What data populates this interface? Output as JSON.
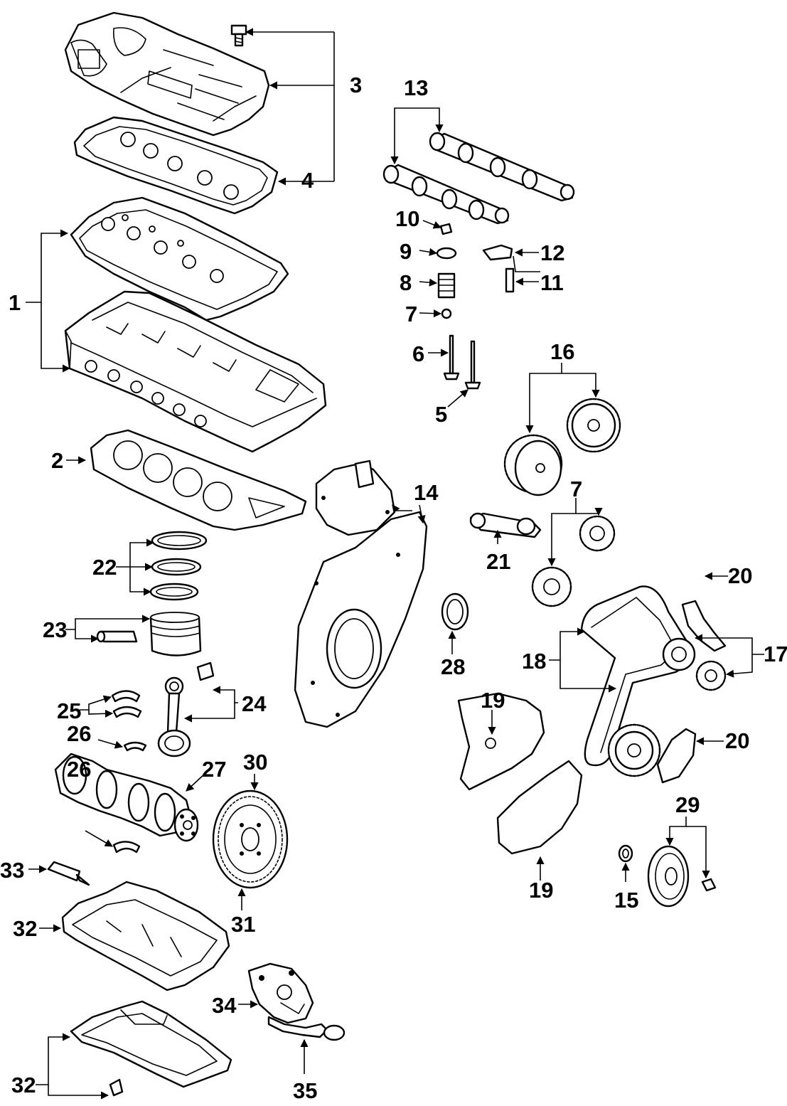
{
  "callouts": {
    "c1": "1",
    "c2": "2",
    "c3": "3",
    "c4": "4",
    "c5": "5",
    "c6": "6",
    "c7a": "7",
    "c7b": "7",
    "c8": "8",
    "c9": "9",
    "c10": "10",
    "c11": "11",
    "c12": "12",
    "c13": "13",
    "c14": "14",
    "c15": "15",
    "c16": "16",
    "c17": "17",
    "c18": "18",
    "c19a": "19",
    "c19b": "19",
    "c20a": "20",
    "c20b": "20",
    "c21": "21",
    "c22": "22",
    "c23": "23",
    "c24": "24",
    "c25": "25",
    "c26a": "26",
    "c26b": "26",
    "c27": "27",
    "c28": "28",
    "c29": "29",
    "c30": "30",
    "c31": "31",
    "c32a": "32",
    "c32b": "32",
    "c33": "33",
    "c34": "34",
    "c35": "35"
  },
  "colors": {
    "line": "#000000",
    "background": "#ffffff"
  }
}
